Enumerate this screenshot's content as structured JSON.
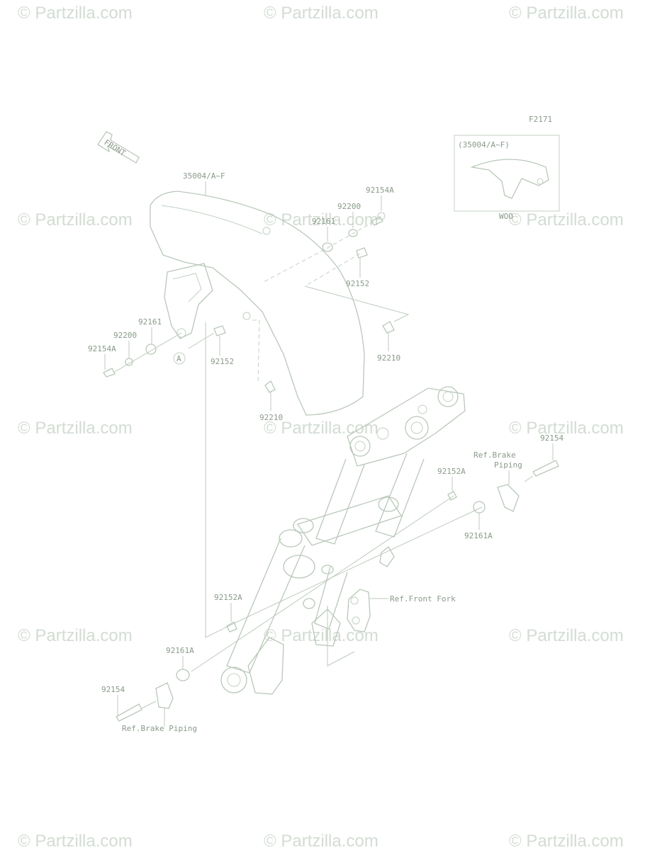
{
  "watermark": "© Partzilla.com",
  "figure_code": "F2171",
  "inset_label": "(35004/A~F)",
  "inset_note": "WOO",
  "front_arrow_label": "FRONT",
  "reference_mark": "A",
  "labels": {
    "fender": "35004/A~F",
    "bolt_92154A_right": "92154A",
    "washer_92200_right": "92200",
    "grommet_92161_right": "92161",
    "collar_92152_right": "92152",
    "nut_92210_right": "92210",
    "grommet_92161_left": "92161",
    "washer_92200_left": "92200",
    "bolt_92154A_left": "92154A",
    "collar_92152_left": "92152",
    "nut_92210_lower": "92210",
    "bolt_92154_right": "92154",
    "ref_brake_piping_right_1": "Ref.Brake",
    "ref_brake_piping_right_2": "Piping",
    "collar_92152A_right": "92152A",
    "grommet_92161A_right": "92161A",
    "ref_front_fork": "Ref.Front Fork",
    "collar_92152A_left": "92152A",
    "grommet_92161A_left": "92161A",
    "bolt_92154_left": "92154",
    "ref_brake_piping_left": "Ref.Brake Piping"
  }
}
